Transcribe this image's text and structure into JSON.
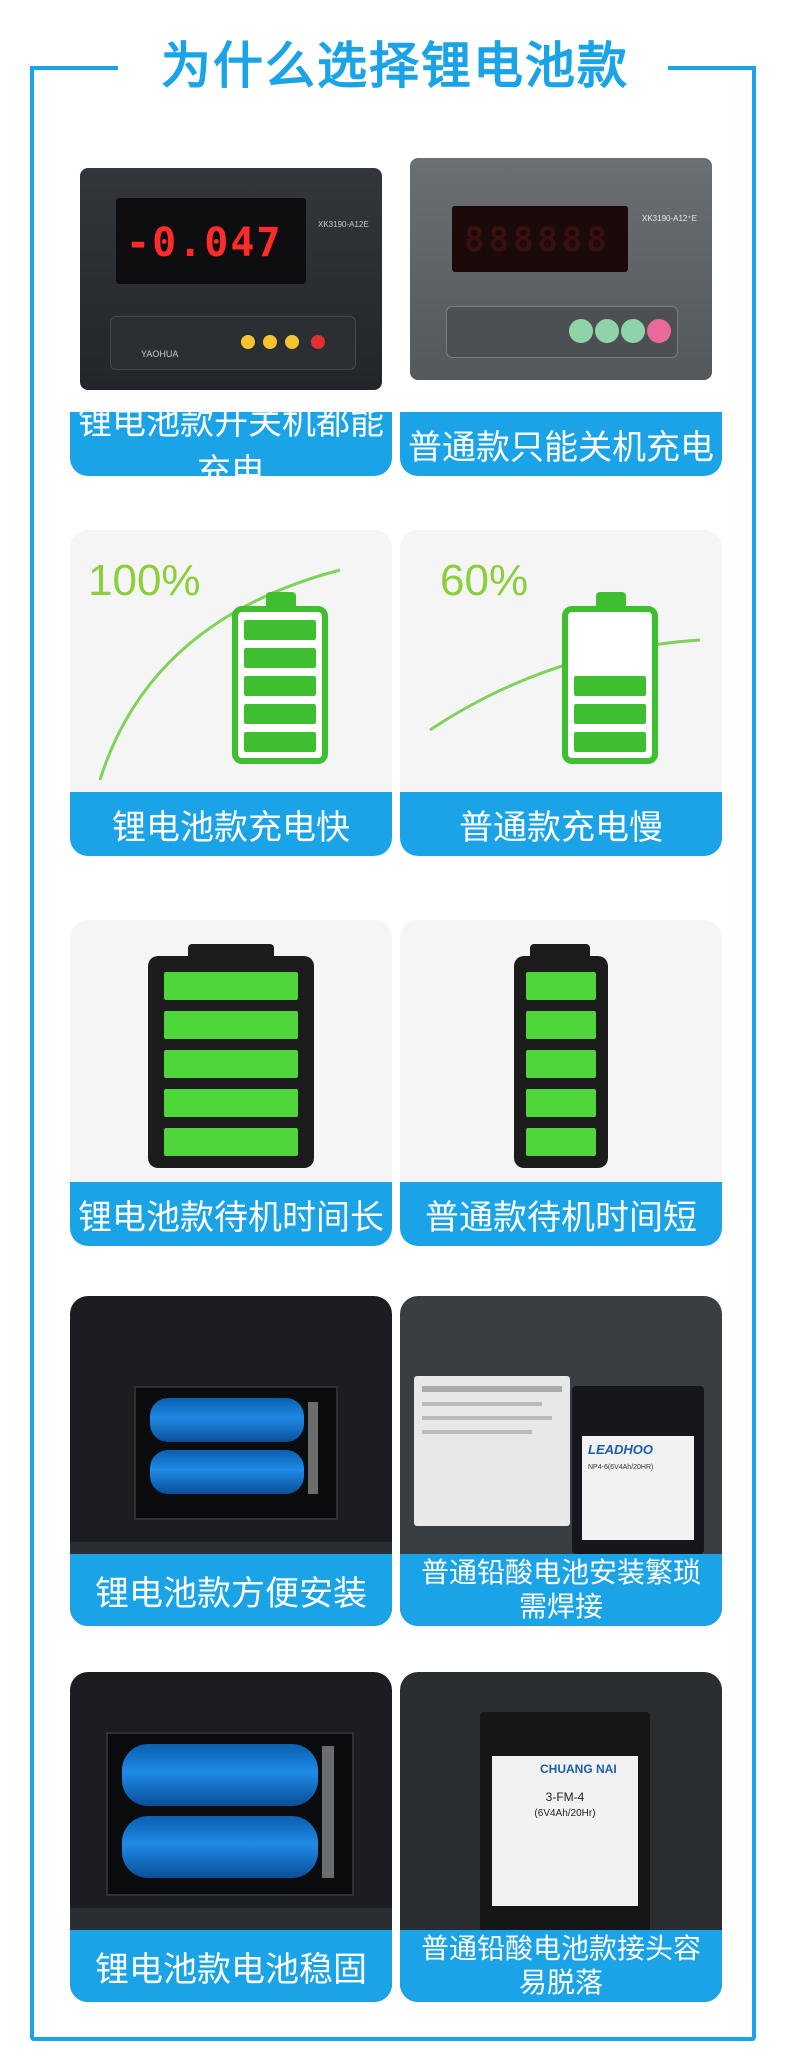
{
  "title": "为什么选择锂电池款",
  "rows": [
    {
      "left": {
        "caption": "锂电池款开关机都能充电",
        "display": "-0.047",
        "model": "XK3190-A12E",
        "brand": "YAOHUA"
      },
      "right": {
        "caption": "普通款只能关机充电",
        "model": "XK3190-A12⁺E"
      }
    },
    {
      "left": {
        "caption": "锂电池款充电快",
        "percent": "100%",
        "level": 5
      },
      "right": {
        "caption": "普通款充电慢",
        "percent": "60%",
        "level": 3
      }
    },
    {
      "left": {
        "caption": "锂电池款待机时间长",
        "level": 5
      },
      "right": {
        "caption": "普通款待机时间短",
        "level": 5
      }
    },
    {
      "left": {
        "caption": "锂电池款方便安装"
      },
      "right": {
        "caption": "普通铅酸电池安装繁琐需焊接",
        "battery_brand": "LEADHOO",
        "battery_spec": "NP4-6(6V4Ah/20HR)"
      }
    },
    {
      "left": {
        "caption": "锂电池款电池稳固"
      },
      "right": {
        "caption": "普通铅酸电池款接头容易脱落",
        "battery_brand": "CHUANG NAI",
        "battery_spec": "3-FM-4",
        "battery_sub": "(6V4Ah/20Hr)"
      }
    }
  ],
  "colors": {
    "accent": "#1aa3e6",
    "battery_green": "#3fbf2f",
    "display_red": "#ff2a2a"
  }
}
